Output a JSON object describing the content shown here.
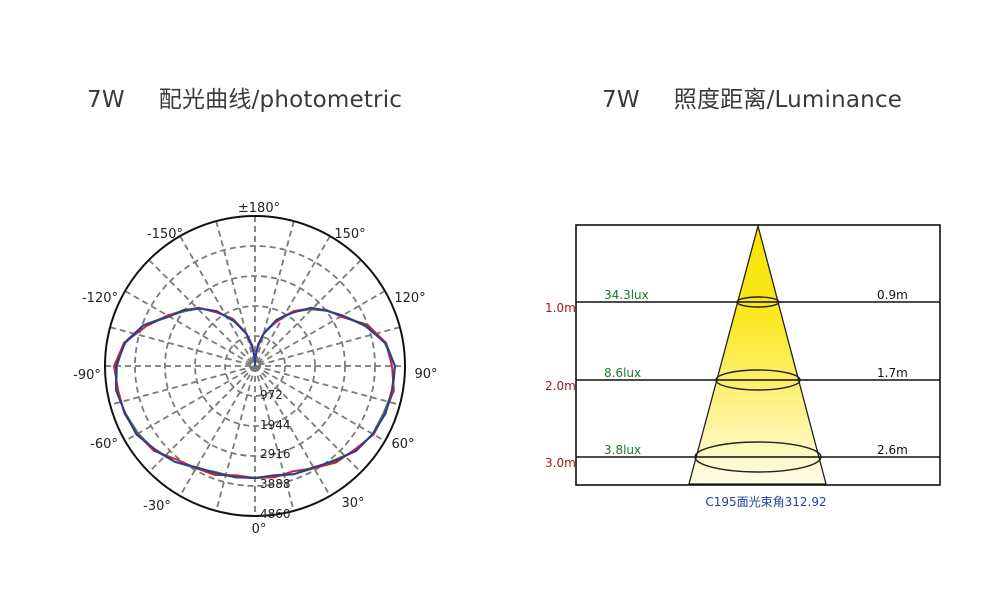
{
  "left_panel": {
    "power": "7W",
    "title": "配光曲线/photometric",
    "angle_labels": {
      "top": "±180°",
      "upper_left": "-150°",
      "upper_right": "150°",
      "left_120": "-120°",
      "right_120": "120°",
      "left_90": "-90°",
      "right_90": "90°",
      "left_60": "-60°",
      "right_60": "60°",
      "lower_left": "-30°",
      "lower_right": "30°",
      "bottom": "0°"
    },
    "radial_labels": [
      "972",
      "1944",
      "2916",
      "3888",
      "4860"
    ]
  },
  "right_panel": {
    "power": "7W",
    "title": "照度距离/Luminance",
    "rows": [
      {
        "distance": "1.0m",
        "lux": "34.3lux",
        "diameter": "0.9m"
      },
      {
        "distance": "2.0m",
        "lux": "8.6lux",
        "diameter": "1.7m"
      },
      {
        "distance": "3.0m",
        "lux": "3.8lux",
        "diameter": "2.6m"
      }
    ],
    "caption": "C195面光束角312.92"
  },
  "colors": {
    "red_curve": "#d0262b",
    "blue_curve": "#2a3d9a",
    "green_curve": "#2e8b3e",
    "distance_label": "#a01818",
    "lux_label": "#1c7a2a",
    "caption": "#2340a0",
    "cone_top": "#f9e400",
    "cone_bottom": "#fffbe0"
  }
}
